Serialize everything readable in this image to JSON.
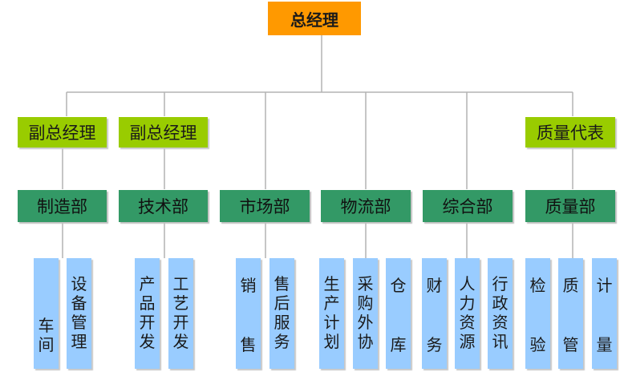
{
  "ceo": {
    "label": "总经理"
  },
  "vice_presidents": [
    {
      "label": "副总经理"
    },
    {
      "label": "副总经理"
    },
    {
      "label": "质量代表"
    }
  ],
  "departments": [
    {
      "label": "制造部",
      "units": [
        {
          "chars": [
            "车",
            "间"
          ]
        },
        {
          "chars": [
            "设",
            "备",
            "管",
            "理"
          ]
        }
      ]
    },
    {
      "label": "技术部",
      "units": [
        {
          "chars": [
            "产",
            "品",
            "开",
            "发"
          ]
        },
        {
          "chars": [
            "工",
            "艺",
            "开",
            "发"
          ]
        }
      ]
    },
    {
      "label": "市场部",
      "units": [
        {
          "chars": [
            "销",
            "售"
          ]
        },
        {
          "chars": [
            "售",
            "后",
            "服",
            "务"
          ]
        }
      ]
    },
    {
      "label": "物流部",
      "units": [
        {
          "chars": [
            "生",
            "产",
            "计",
            "划"
          ]
        },
        {
          "chars": [
            "采",
            "购",
            "外",
            "协"
          ]
        },
        {
          "chars": [
            "仓",
            "库"
          ]
        }
      ]
    },
    {
      "label": "综合部",
      "units": [
        {
          "chars": [
            "财",
            "务"
          ]
        },
        {
          "chars": [
            "人",
            "力",
            "资",
            "源"
          ]
        },
        {
          "chars": [
            "行",
            "政",
            "资",
            "讯"
          ]
        }
      ]
    },
    {
      "label": "质量部",
      "units": [
        {
          "chars": [
            "检",
            "验"
          ]
        },
        {
          "chars": [
            "质",
            "管"
          ]
        },
        {
          "chars": [
            "计",
            "量"
          ]
        }
      ]
    }
  ]
}
